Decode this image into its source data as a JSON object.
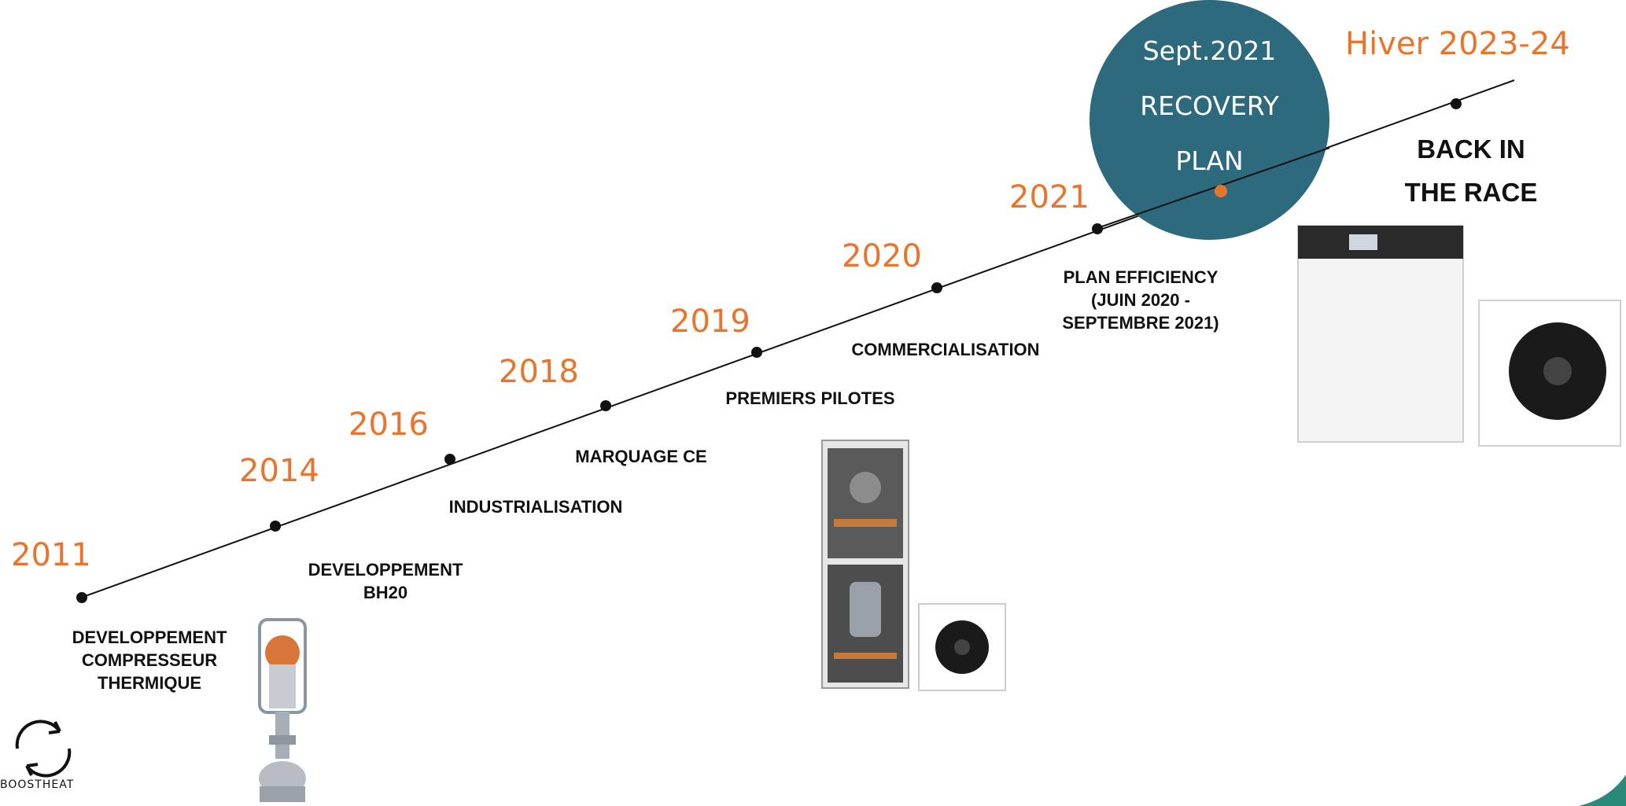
{
  "milestones": [
    {
      "year": "2011",
      "lines": [
        "DEVELOPPEMENT",
        "COMPRESSEUR",
        "THERMIQUE"
      ]
    },
    {
      "year": "2014",
      "lines": [
        "DEVELOPPEMENT",
        "BH20"
      ]
    },
    {
      "year": "2016",
      "lines": [
        "INDUSTRIALISATION"
      ]
    },
    {
      "year": "2018",
      "lines": [
        "MARQUAGE CE"
      ]
    },
    {
      "year": "2019",
      "lines": [
        "PREMIERS PILOTES"
      ]
    },
    {
      "year": "2020",
      "lines": [
        "COMMERCIALISATION"
      ]
    },
    {
      "year": "2021",
      "lines": [
        "PLAN EFFICIENCY",
        "(JUIN 2020 -",
        "SEPTEMBRE 2021)"
      ]
    }
  ],
  "recovery": {
    "line1": "Sept.2021",
    "line2": "RECOVERY",
    "line3": "PLAN"
  },
  "final": {
    "year": "Hiver 2023-24",
    "line1": "BACK IN",
    "line2": "THE RACE"
  },
  "logo": {
    "text": "BOOSTHEAT"
  },
  "colors": {
    "accent": "#e8752e",
    "circle": "#2e6a7d",
    "line": "#111111"
  }
}
